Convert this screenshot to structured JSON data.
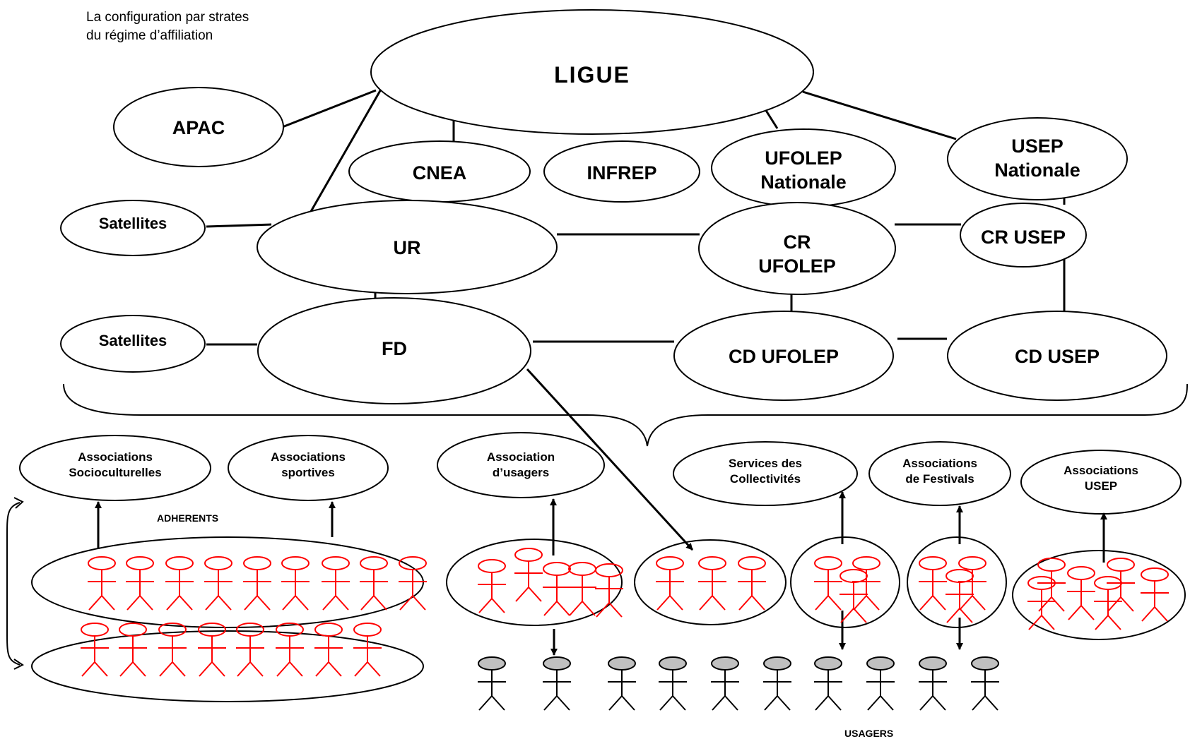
{
  "caption": {
    "line1": "La configuration par strates",
    "line2": "du régime d’affiliation"
  },
  "nodes": {
    "ligue": "LIGUE",
    "apac": "APAC",
    "cnea": "CNEA",
    "infrep": "INFREP",
    "ufolep_nationale": [
      "UFOLEP",
      "Nationale"
    ],
    "usep_nationale": [
      "USEP",
      "Nationale"
    ],
    "satellites_top": "Satellites",
    "ur": "UR",
    "cr_ufolep": [
      "CR",
      "UFOLEP"
    ],
    "cr_usep": "CR USEP",
    "satellites_bottom": "Satellites",
    "fd": "FD",
    "cd_ufolep": "CD UFOLEP",
    "cd_usep": "CD USEP",
    "assoc_socioculturelles": [
      "Associations",
      "Socioculturelles"
    ],
    "assoc_sportives": [
      "Associations",
      "sportives"
    ],
    "assoc_usagers": [
      "Association",
      "d’usagers"
    ],
    "services_collectivites": [
      "Services des",
      "Collectivités"
    ],
    "assoc_festivals": [
      "Associations",
      "de Festivals"
    ],
    "assoc_usep": [
      "Associations",
      "USEP"
    ]
  },
  "labels": {
    "adherents": "ADHERENTS",
    "usagers": "USAGERS"
  },
  "colors": {
    "adherent_figure": "#ff0000",
    "usager_head": "#c0c0c0",
    "lines": "#000000"
  }
}
